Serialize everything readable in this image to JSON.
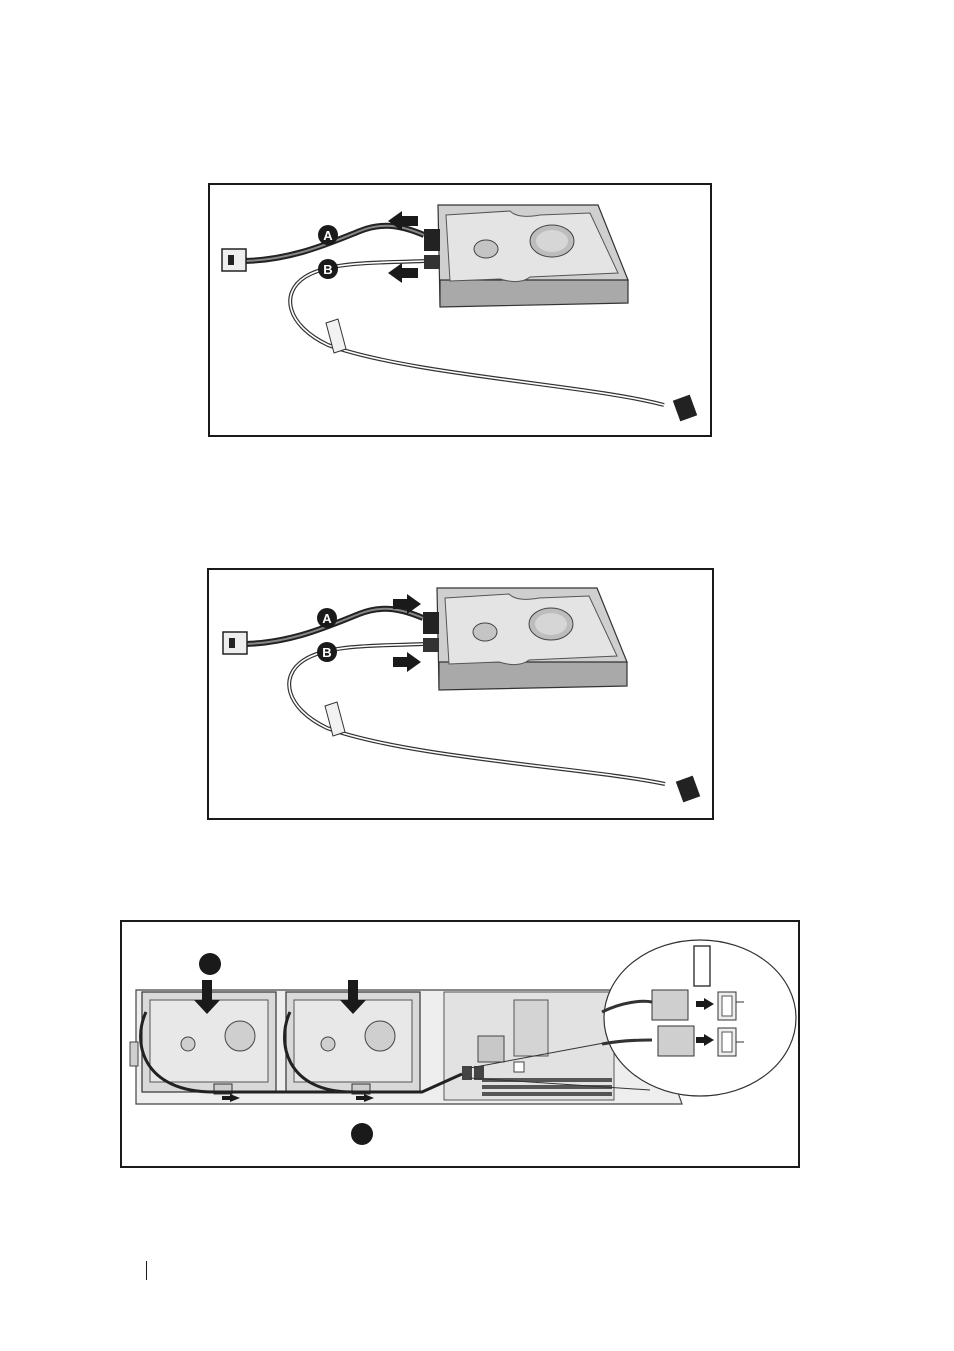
{
  "figures": [
    {
      "id": "disconnect-cables",
      "callouts": [
        "A",
        "B"
      ],
      "arrow_direction": "left"
    },
    {
      "id": "connect-cables",
      "callouts": [
        "A",
        "B"
      ],
      "arrow_direction": "right"
    },
    {
      "id": "install-drives-in-chassis",
      "callouts": [
        "",
        ""
      ],
      "arrow_direction": "down"
    }
  ]
}
